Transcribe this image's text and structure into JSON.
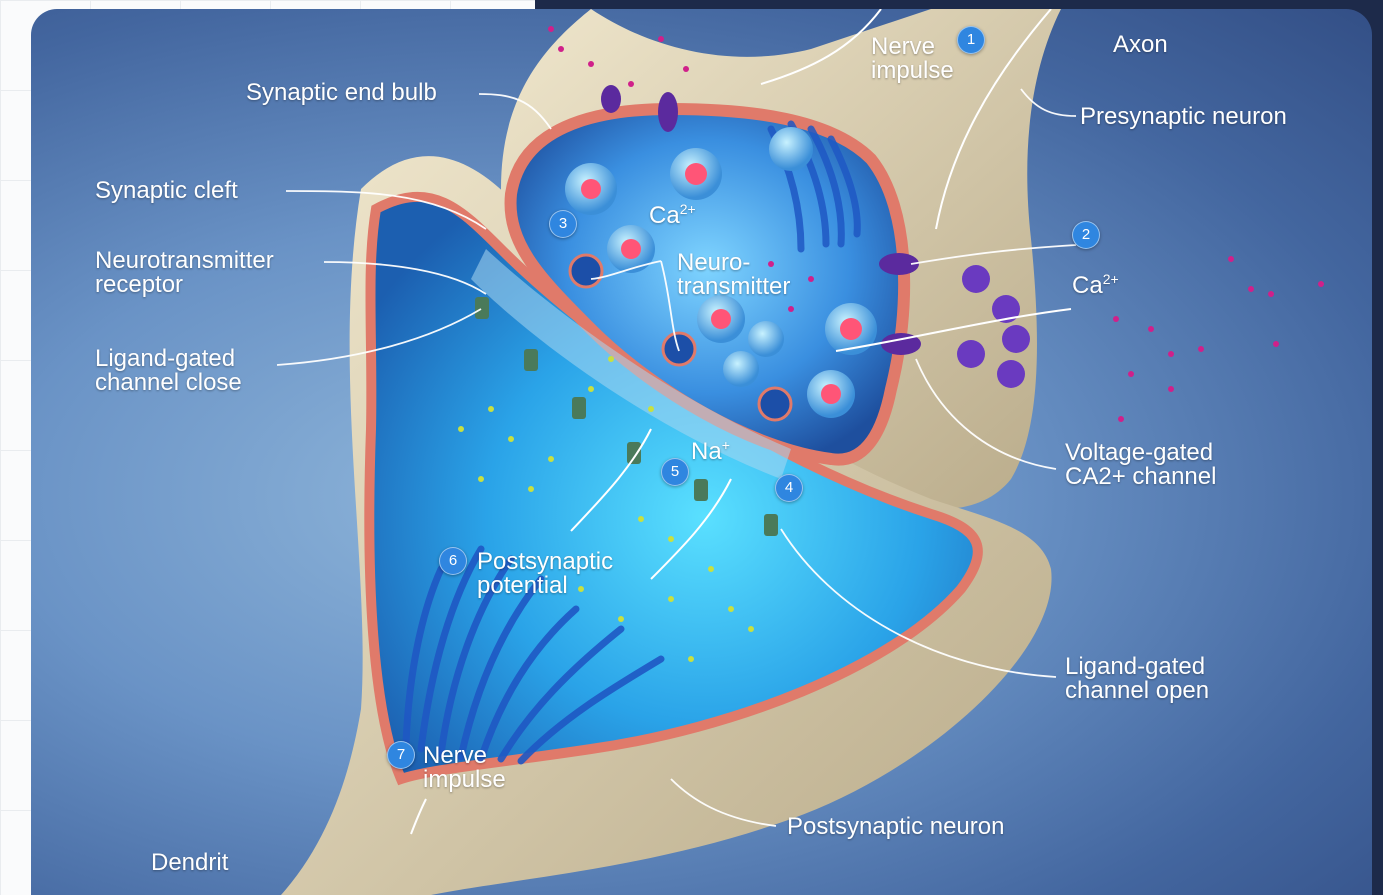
{
  "labels": {
    "axon": "Axon",
    "presynaptic_neuron": "Presynaptic neuron",
    "synaptic_end_bulb": "Synaptic end bulb",
    "synaptic_cleft": "Synaptic cleft",
    "neurotransmitter_receptor_1": "Neurotransmitter",
    "neurotransmitter_receptor_2": "receptor",
    "ligand_close_1": "Ligand-gated",
    "ligand_close_2": "channel close",
    "nerve_impulse_top_1": "Nerve",
    "nerve_impulse_top_2": "impulse",
    "ca_left": "Ca",
    "ca_right": "Ca",
    "ca_charge": "2+",
    "neurotransmitter_1": "Neuro-",
    "neurotransmitter_2": "transmitter",
    "na": "Na",
    "na_charge": "+",
    "voltage_gated_1": "Voltage-gated",
    "voltage_gated_2": "CA2+ channel",
    "postsynaptic_potential_1": "Postsynaptic",
    "postsynaptic_potential_2": "potential",
    "ligand_open_1": "Ligand-gated",
    "ligand_open_2": "channel open",
    "nerve_impulse_bottom_1": "Nerve",
    "nerve_impulse_bottom_2": "impulse",
    "postsynaptic_neuron": "Postsynaptic neuron",
    "dendrit": "Dendrit"
  },
  "steps": [
    "1",
    "2",
    "3",
    "4",
    "5",
    "6",
    "7"
  ],
  "colors": {
    "membrane": "#e07a6a",
    "badge": "#2f86e0",
    "background": "#5f88bf",
    "neuron_body": "#d8cdb0",
    "calcium_dot": "#d0208a",
    "sodium_dot": "#c8e040"
  }
}
